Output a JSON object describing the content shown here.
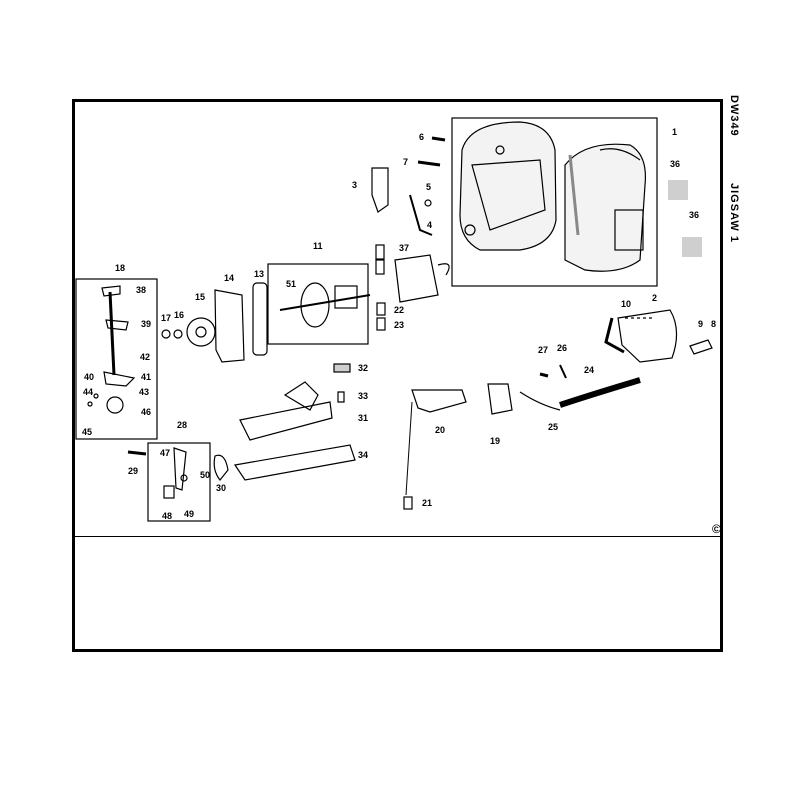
{
  "side_labels": {
    "model": "DW349",
    "title": "JIGSAW 1"
  },
  "copyright": "©",
  "part_numbers": [
    "1",
    "2",
    "3",
    "4",
    "5",
    "6",
    "7",
    "8",
    "9",
    "10",
    "11",
    "13",
    "14",
    "15",
    "16",
    "17",
    "18",
    "19",
    "20",
    "21",
    "22",
    "23",
    "24",
    "25",
    "26",
    "27",
    "28",
    "29",
    "30",
    "31",
    "32",
    "33",
    "34",
    "36",
    "36",
    "37",
    "38",
    "39",
    "40",
    "41",
    "42",
    "43",
    "44",
    "45",
    "46",
    "47",
    "48",
    "49",
    "50",
    "51"
  ],
  "colors": {
    "ink": "#000000",
    "paper": "#ffffff",
    "shade": "#cfcfcf"
  }
}
